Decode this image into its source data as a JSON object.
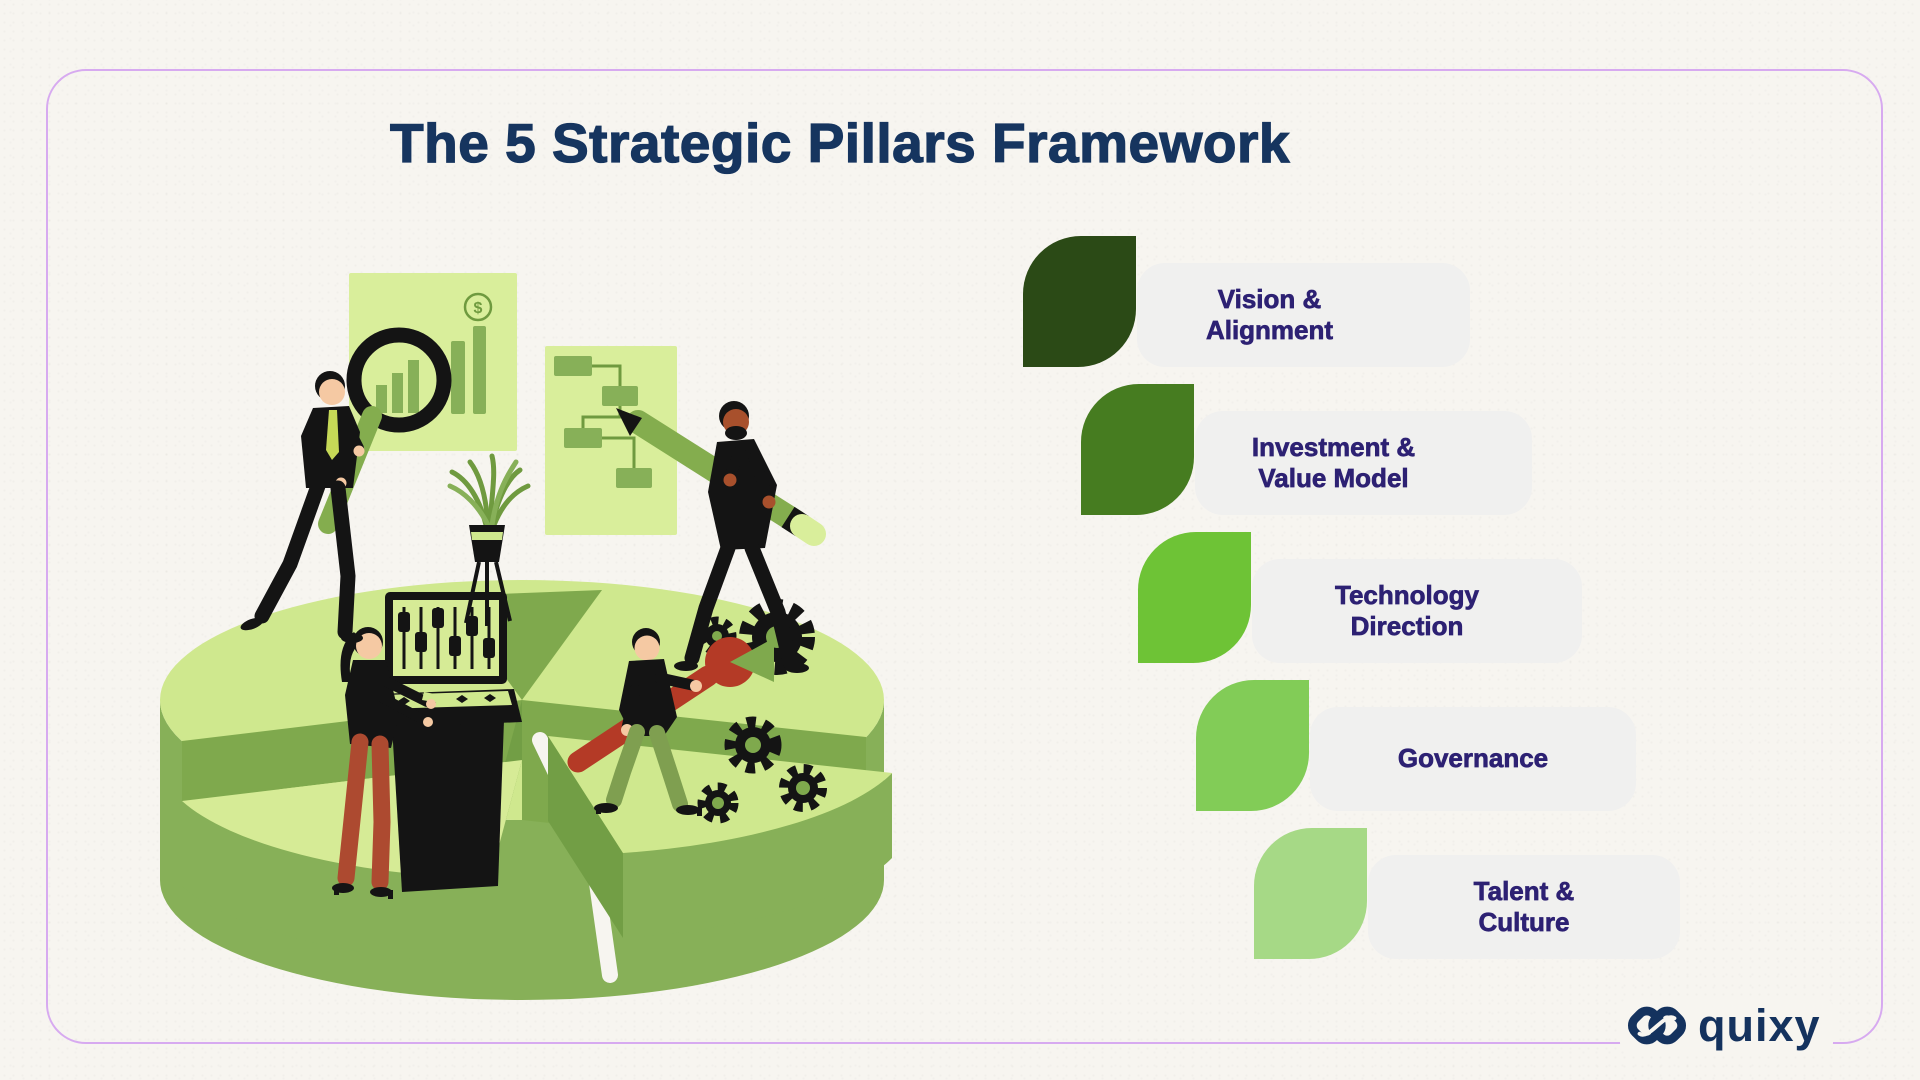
{
  "title": "The 5 Strategic Pillars Framework",
  "pillars": [
    {
      "label": "Vision &\nAlignment",
      "leaf_color": "#2b4a16"
    },
    {
      "label": "Investment &\nValue Model",
      "leaf_color": "#467c20"
    },
    {
      "label": "Technology\nDirection",
      "leaf_color": "#6ec336"
    },
    {
      "label": "Governance",
      "leaf_color": "#82cc57"
    },
    {
      "label": "Talent &\nCulture",
      "leaf_color": "#a6d986"
    }
  ],
  "brand": {
    "name": "quixy",
    "color": "#14325e"
  },
  "illustration": {
    "dollar_sign": "$",
    "description": "Team working on a 3D pie chart: analyst with magnifying glass over a bar-chart board, strategist drawing a flowchart with a giant pencil, operator adjusting sliders on a control console, engineer turning gears with a red wrench, potted plant",
    "elements": [
      "pie-chart-3d",
      "bar-chart-board",
      "magnifying-glass",
      "flowchart-board",
      "pencil",
      "plant",
      "control-console",
      "gears",
      "wrench"
    ]
  },
  "colors": {
    "background": "#f7f5f0",
    "border": "#d7aaf0",
    "title_text": "#16355f",
    "pillar_text": "#2d2173",
    "pill_background": "#f0f0ef",
    "pie_top": "#cfe88e",
    "pie_side": "#87b058",
    "pie_cut_face": "#7fa94d",
    "accent_green": "#84ad4e",
    "wrench_red": "#b43a26"
  }
}
